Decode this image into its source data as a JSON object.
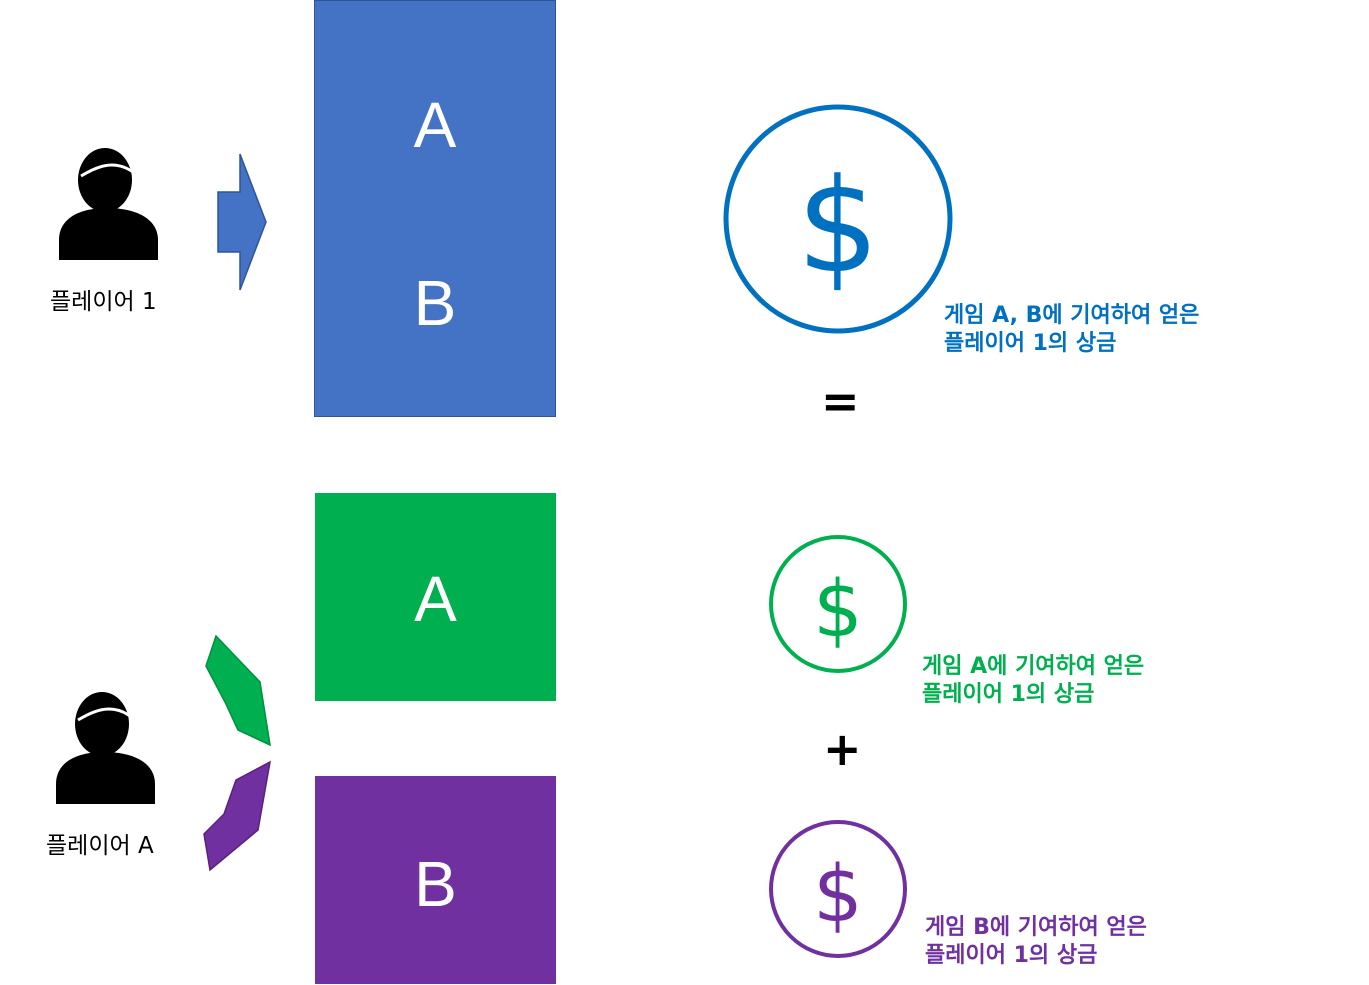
{
  "players": {
    "top": {
      "label": "플레이어 1",
      "icon": "person-icon"
    },
    "bottom": {
      "label": "플레이어 A",
      "icon": "person-icon"
    }
  },
  "boxes": {
    "combined": {
      "top_letter": "A",
      "bottom_letter": "B",
      "color": "#4472C4"
    },
    "game_a": {
      "letter": "A",
      "color": "#00B050"
    },
    "game_b": {
      "letter": "B",
      "color": "#7030A0"
    }
  },
  "coins": {
    "combined": {
      "symbol": "$",
      "line1": "게임 A, B에 기여하여 얻은",
      "line2": "플레이어 1의 상금",
      "color": "#0070C0"
    },
    "game_a": {
      "symbol": "$",
      "line1": "게임 A에 기여하여 얻은",
      "line2": "플레이어 1의 상금",
      "color": "#00B050"
    },
    "game_b": {
      "symbol": "$",
      "line1": "게임 B에 기여하여 얻은",
      "line2": "플레이어 1의 상금",
      "color": "#7030A0"
    }
  },
  "operators": {
    "equals": "=",
    "plus": "+"
  }
}
